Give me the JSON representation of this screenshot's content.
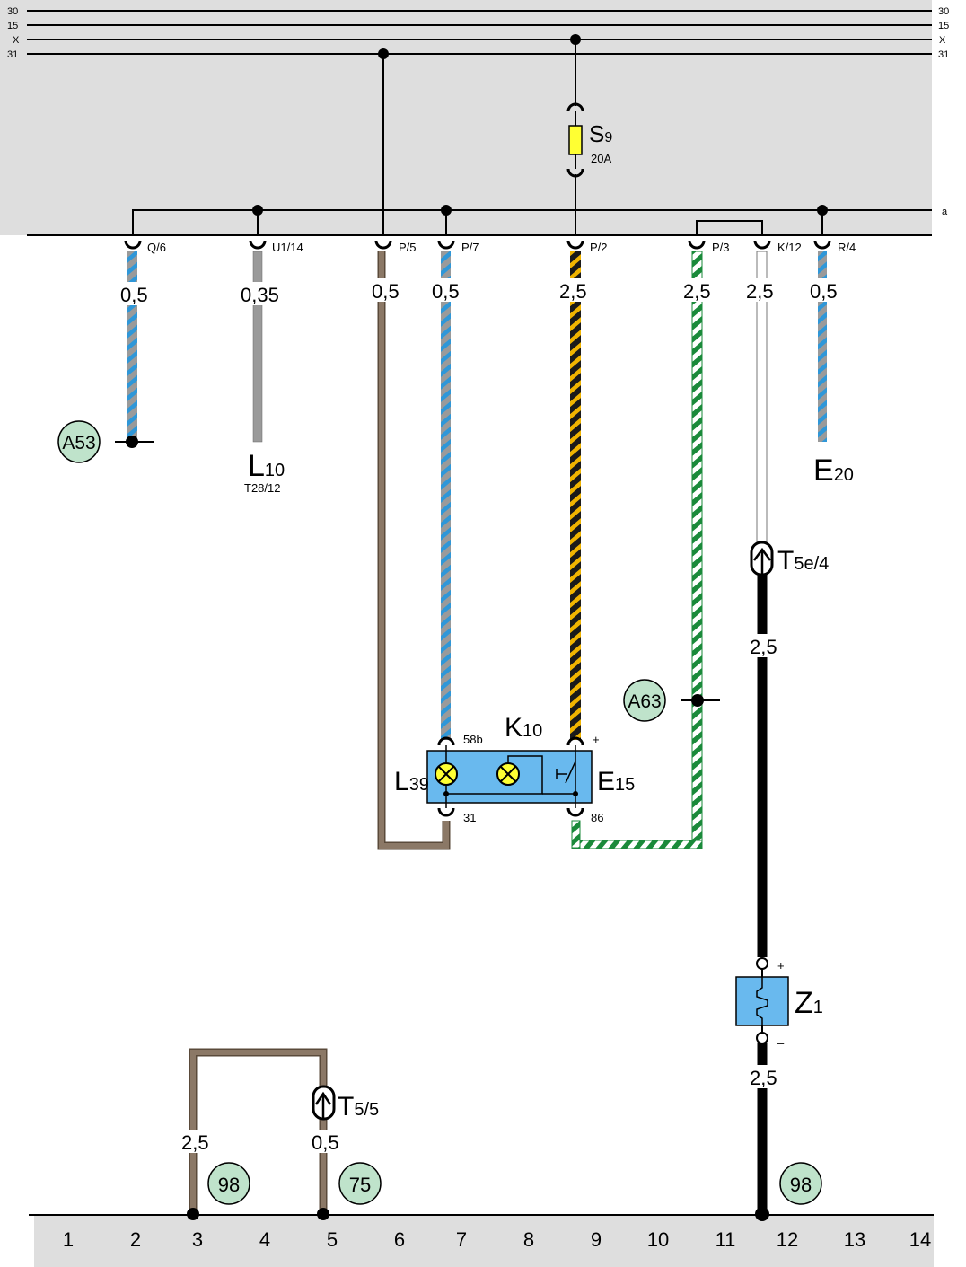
{
  "rails": {
    "left": [
      "30",
      "15",
      "X",
      "31"
    ],
    "right": [
      "30",
      "15",
      "X",
      "31"
    ],
    "a_label": "a"
  },
  "fuse": {
    "name": "S",
    "sub": "9",
    "rating": "20A"
  },
  "pins": [
    "Q/6",
    "U1/14",
    "P/5",
    "P/7",
    "P/2",
    "P/3",
    "K/12",
    "R/4"
  ],
  "wire_sizes": {
    "q6": "0,5",
    "u114": "0,35",
    "p5": "0,5",
    "p7": "0,5",
    "p2": "2,5",
    "p3": "2,5",
    "k12": "2,5",
    "r4": "0,5",
    "k12_lower": "2,5",
    "z1_lower": "2,5",
    "bottom_left": "2,5",
    "bottom_t55": "0,5"
  },
  "components": {
    "l10": {
      "name": "L",
      "sub": "10",
      "note": "T28/12"
    },
    "e20": {
      "name": "E",
      "sub": "20"
    },
    "k10": {
      "name": "K",
      "sub": "10"
    },
    "l39": {
      "name": "L",
      "sub": "39"
    },
    "e15": {
      "name": "E",
      "sub": "15"
    },
    "t5e4": {
      "name": "T",
      "sub": "5e/4"
    },
    "t55": {
      "name": "T",
      "sub": "5/5"
    },
    "z1": {
      "name": "Z",
      "sub": "1",
      "plus": "+",
      "minus": "–"
    }
  },
  "switch_pins": {
    "p58b": "58b",
    "p31": "31",
    "plus": "+",
    "p86": "86"
  },
  "refs": {
    "a53": "A53",
    "a63": "A63",
    "r98a": "98",
    "r75": "75",
    "r98b": "98"
  },
  "columns": [
    "1",
    "2",
    "3",
    "4",
    "5",
    "6",
    "7",
    "8",
    "9",
    "10",
    "11",
    "12",
    "13",
    "14"
  ],
  "colors": {
    "panel": "#dedede",
    "blue": "#2f97d8",
    "gray": "#9a9a9a",
    "brown": "#8b7866",
    "yellow": "#f0b400",
    "green": "#1a8a3a",
    "component": "#69b9ee",
    "ref_fill": "#bfe3cb",
    "fuse_fill": "#ffff33"
  }
}
